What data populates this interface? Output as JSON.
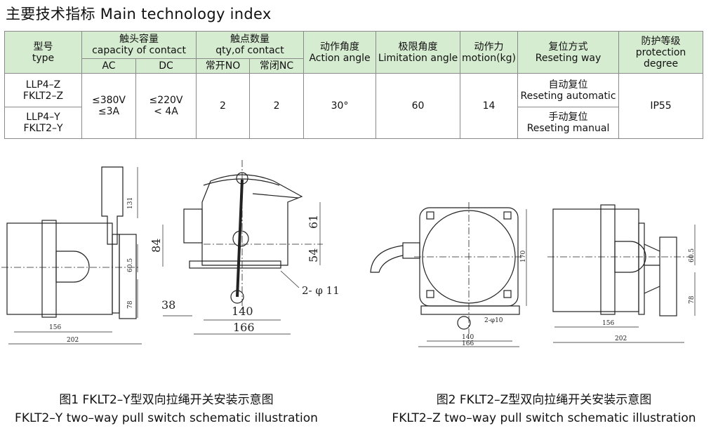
{
  "title": "主要技术指标 Main technology index",
  "table": {
    "headers": {
      "type_cn": "型号",
      "type_en": "type",
      "capacity_cn": "触头容量",
      "capacity_en": "capacity of contact",
      "ac": "AC",
      "dc": "DC",
      "qty_cn": "触点数量",
      "qty_en": "qty,of contact",
      "no": "常开NO",
      "nc": "常闭NC",
      "action_cn": "动作角度",
      "action_en": "Action angle",
      "limit_cn": "极限角度",
      "limit_en": "Limitation angle",
      "motion_cn": "动作力",
      "motion_en": "motion(kg)",
      "reset_cn": "复位方式",
      "reset_en": "Reseting way",
      "protect_cn": "防护等级",
      "protect_en1": "protection",
      "protect_en2": "degree"
    },
    "rows": {
      "type1a": "LLP4–Z",
      "type1b": "FKLT2–Z",
      "type2a": "LLP4–Y",
      "type2b": "FKLT2–Y",
      "ac1": "≤380V",
      "ac2": "≤3A",
      "dc1": "≤220V",
      "dc2": "< 4A",
      "no": "2",
      "nc": "2",
      "action": "30°",
      "limit": "60",
      "motion": "14",
      "reset1_cn": "自动复位",
      "reset1_en": "Reseting automatic",
      "reset2_cn": "手动复位",
      "reset2_en": "Reseting manual",
      "protect": "IP55"
    }
  },
  "dims_fig1": {
    "d131": "131",
    "d605": "60.5",
    "d78": "78",
    "d156": "156",
    "d202": "202",
    "d84": "84",
    "d61": "61",
    "d54": "54",
    "d2phi11": "2- φ 11",
    "d38": "38",
    "d140": "140",
    "d166": "166"
  },
  "dims_fig2": {
    "d170": "170",
    "d2phi10": "2-φ10",
    "d140": "140",
    "d166": "166",
    "d605": "60.5",
    "d78": "78",
    "d156": "156",
    "d202": "202"
  },
  "captions": {
    "fig1_cn": "图1 FKLT2–Y型双向拉绳开关安装示意图",
    "fig1_en": "FKLT2–Y two–way pull switch schematic illustration",
    "fig2_cn": "图2 FKLT2–Z型双向拉绳开关安装示意图",
    "fig2_en": "FKLT2–Z two–way pull switch schematic illustration"
  }
}
